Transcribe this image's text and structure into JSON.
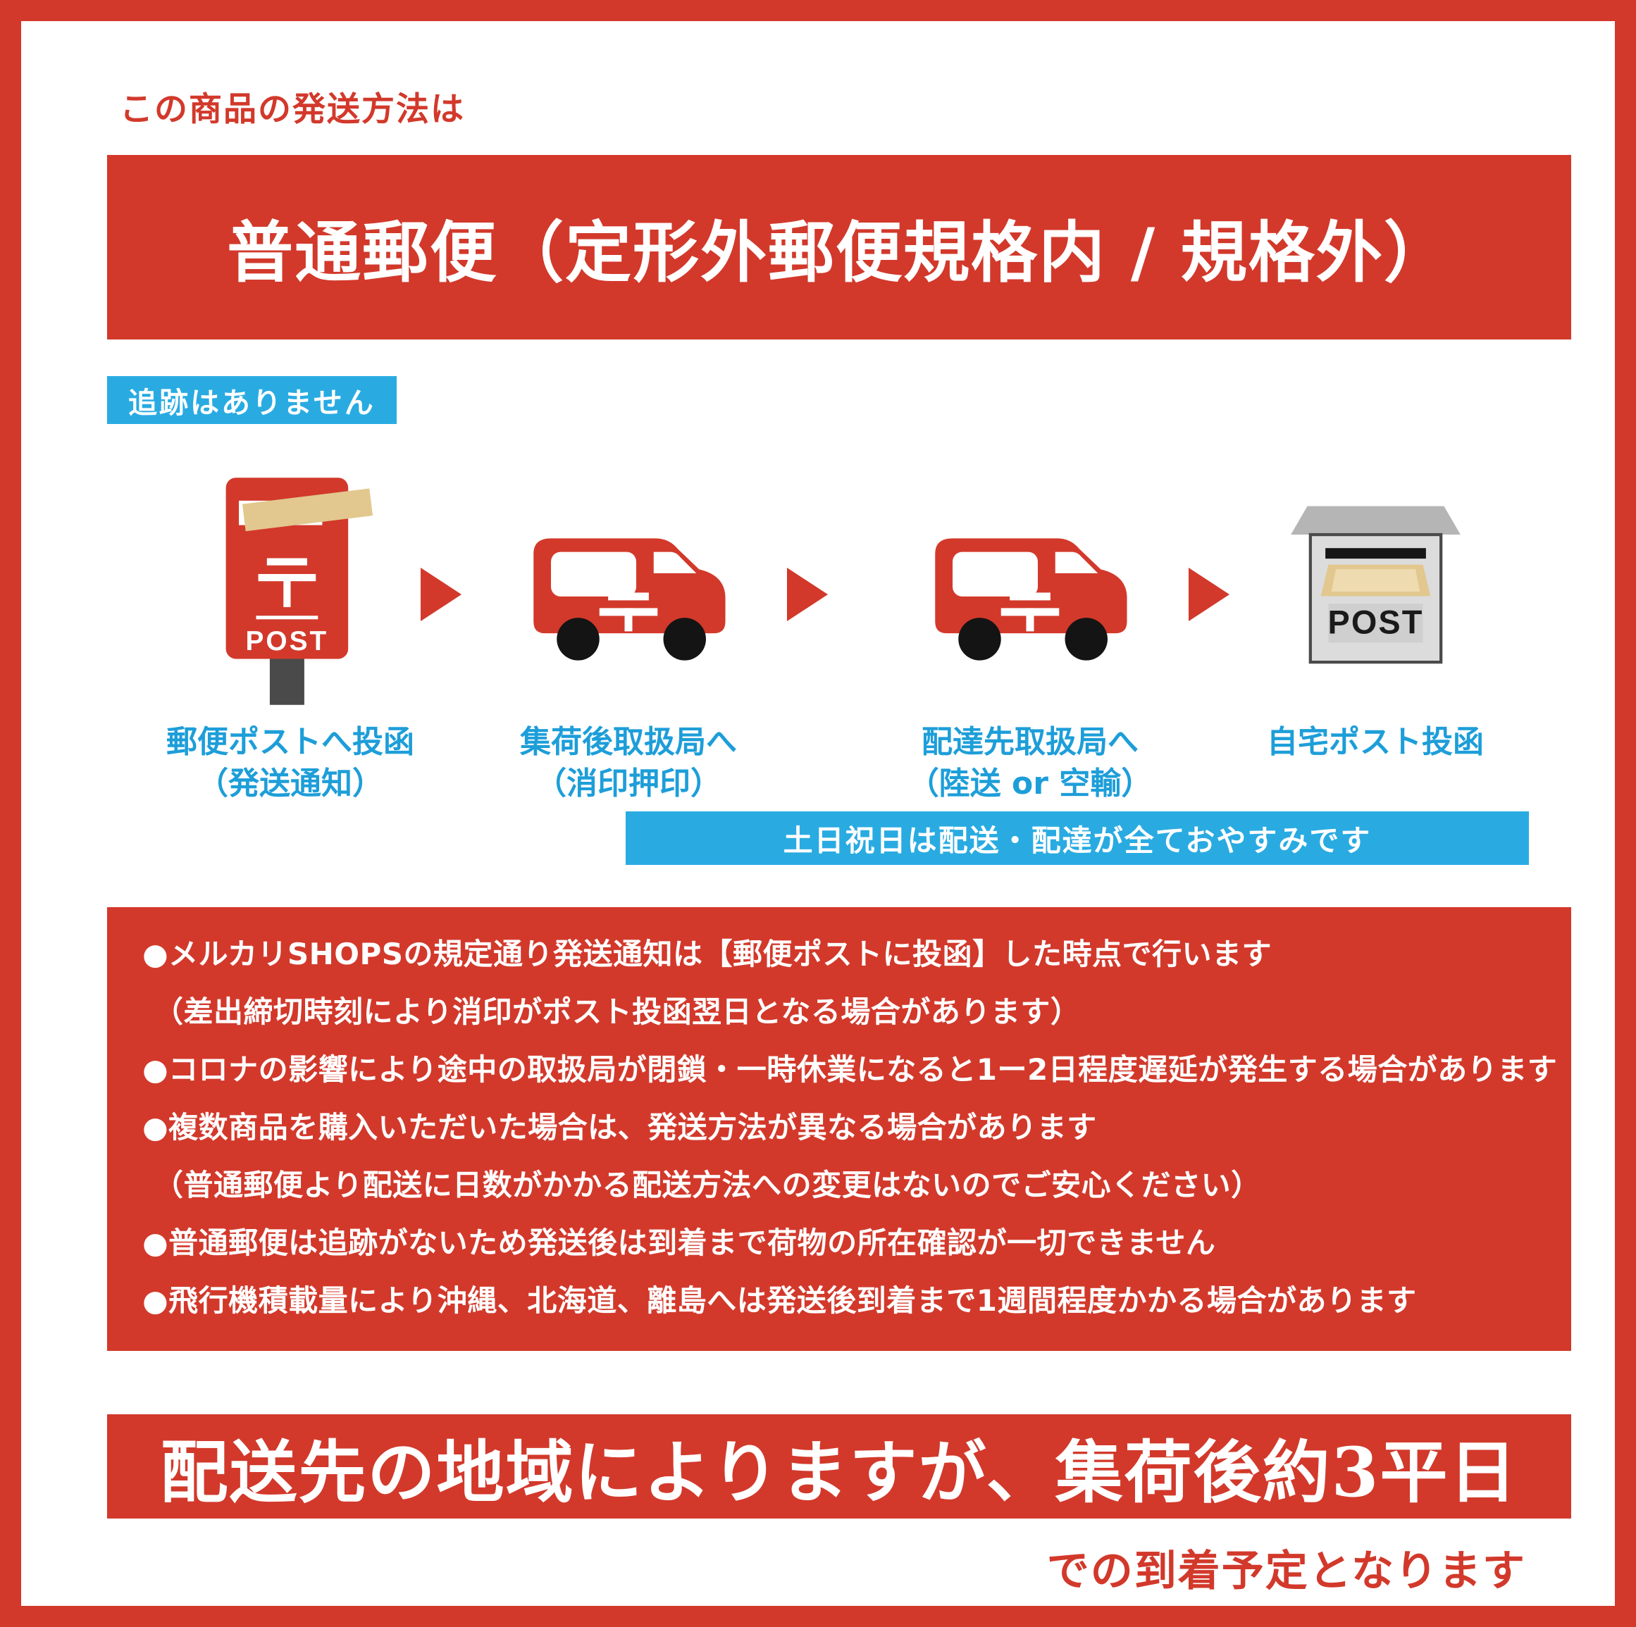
{
  "colors": {
    "red": "#d2392b",
    "blue": "#29abe2",
    "caption-blue": "#1d9ed9",
    "tan": "#e2c88e",
    "tan-light": "#eedbb0",
    "roof-gray": "#b5b5b5",
    "box-gray": "#dcdcdc",
    "dark-gray": "#4a4a4a",
    "wheel-black": "#141414"
  },
  "intro": "この商品の発送方法は",
  "method_banner": "普通郵便（定形外郵便規格内 / 規格外）",
  "tracking_badge": "追跡はありません",
  "flow": {
    "post_label": "POST",
    "steps": [
      {
        "label_line1": "郵便ポストへ投函",
        "label_line2": "（発送通知）"
      },
      {
        "label_line1": "集荷後取扱局へ",
        "label_line2": "（消印押印）"
      },
      {
        "label_line1": "配達先取扱局へ",
        "label_line2": "（陸送 or 空輸）"
      },
      {
        "label_line1": "自宅ポスト投函",
        "label_line2": ""
      }
    ]
  },
  "holiday_banner": "土日祝日は配送・配達が全ておやすみです",
  "notes": {
    "lines": [
      "●メルカリSHOPSの規定通り発送通知は【郵便ポストに投函】した時点で行います",
      "（差出締切時刻により消印がポスト投函翌日となる場合があります）",
      "●コロナの影響により途中の取扱局が閉鎖・一時休業になると1ー2日程度遅延が発生する場合があります",
      "●複数商品を購入いただいた場合は、発送方法が異なる場合があります",
      "（普通郵便より配送に日数がかかる配送方法への変更はないのでご安心ください）",
      "●普通郵便は追跡がないため発送後は到着まで荷物の所在確認が一切できません",
      "●飛行機積載量により沖縄、北海道、離島へは発送後到着まで1週間程度かかる場合があります"
    ]
  },
  "footer": {
    "main": "配送先の地域によりますが、集荷後約3平日",
    "sub": "での到着予定となります"
  }
}
